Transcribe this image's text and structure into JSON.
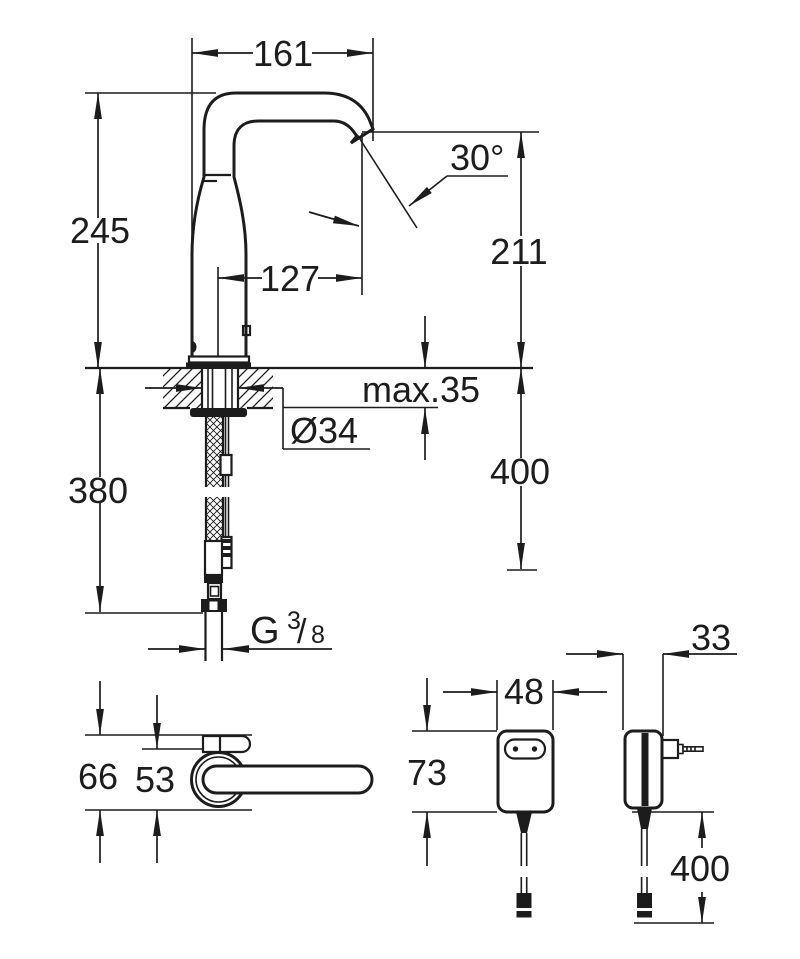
{
  "colors": {
    "ink": "#1c1c1c",
    "paper": "#ffffff"
  },
  "front_view": {
    "spout_width": "161",
    "spout_height": "245",
    "spout_reach": "127",
    "outlet_angle": "30°",
    "outlet_height": "211",
    "max_deck_thickness": "max.35",
    "hole_diameter": "Ø34",
    "below_deck_height": "380",
    "supply_hose_length": "400",
    "thread": {
      "letter": "G",
      "numerator": "3",
      "separator": "/",
      "denominator": "8"
    }
  },
  "top_view": {
    "overall_depth": "66",
    "body_depth": "53"
  },
  "power_supply": {
    "front": {
      "width": "48",
      "height": "73"
    },
    "side": {
      "depth": "33",
      "cable_length": "400"
    }
  }
}
